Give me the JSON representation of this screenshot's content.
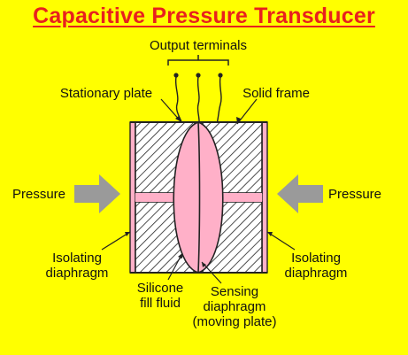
{
  "title": "Capacitive Pressure Transducer",
  "labels": {
    "output_terminals": "Output terminals",
    "stationary_plate": "Stationary plate",
    "solid_frame": "Solid frame",
    "pressure_left": "Pressure",
    "pressure_right": "Pressure",
    "isolating_left_line1": "Isolating",
    "isolating_left_line2": "diaphragm",
    "isolating_right_line1": "Isolating",
    "isolating_right_line2": "diaphragm",
    "silicone_line1": "Silicone",
    "silicone_line2": "fill fluid",
    "sensing_line1": "Sensing",
    "sensing_line2": "diaphragm",
    "sensing_line3": "(moving plate)"
  },
  "colors": {
    "background": "#ffff00",
    "title": "#e8201e",
    "fluid": "#ffb0c8",
    "arrow": "#9a9a9a"
  }
}
